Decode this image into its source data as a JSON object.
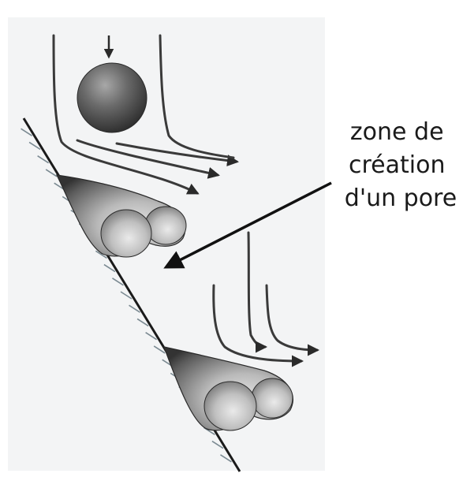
{
  "diagram": {
    "annotation": {
      "lines": [
        "zone de",
        "création",
        "d'un pore"
      ]
    },
    "colors": {
      "background": "#ffffff",
      "paper": "#f3f4f5",
      "ink": "#1a1a1a",
      "particle_dark": "#3d3d3d",
      "particle_light": "#d8d8d8",
      "hatch": "#7b8a92"
    },
    "elements": {
      "falling_particle": "sphere",
      "deposits": [
        "upper-deposit",
        "lower-deposit"
      ],
      "pore_pointer": "arrow"
    }
  }
}
